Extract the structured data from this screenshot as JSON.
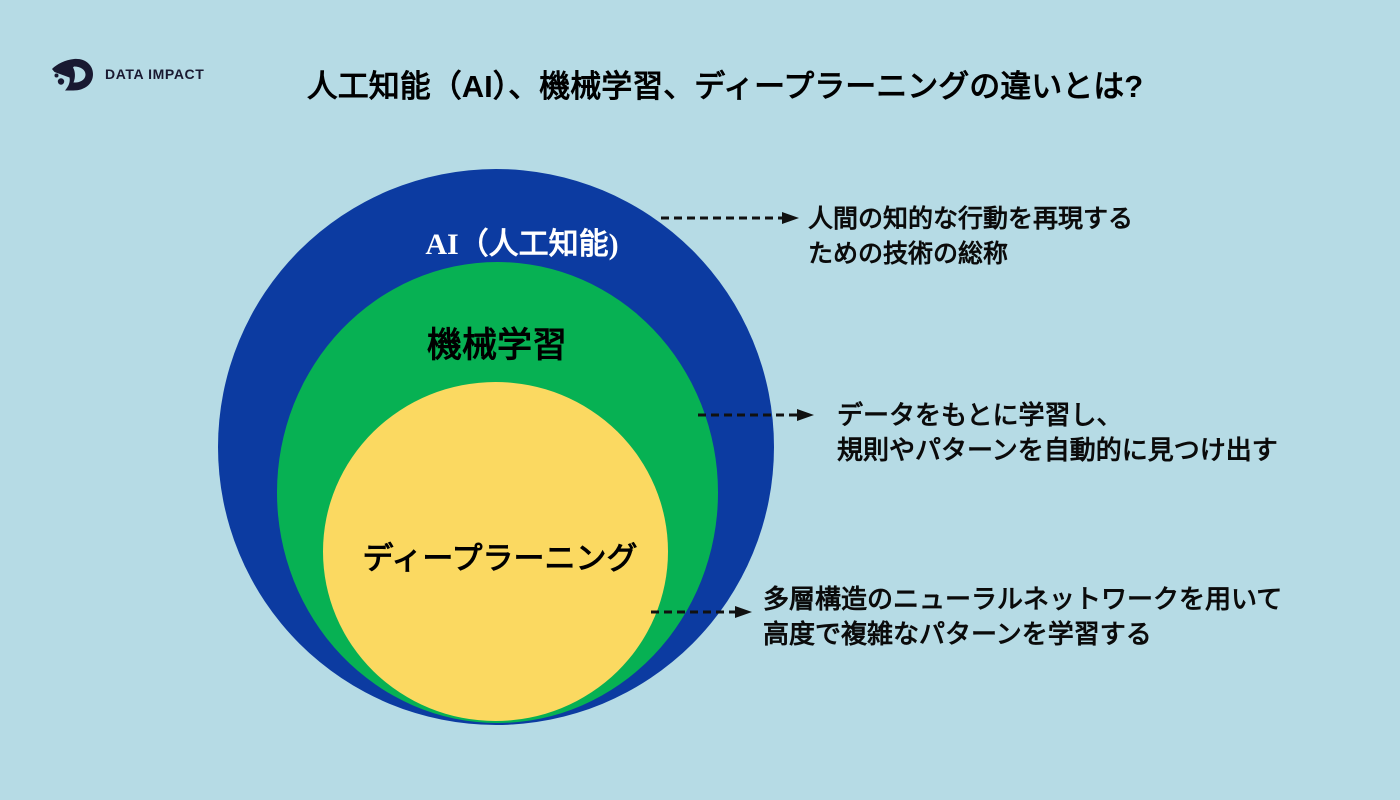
{
  "colors": {
    "background": "#B6DBE5",
    "logo": "#191931",
    "arrow": "#111111"
  },
  "brand": {
    "name": "DATA IMPACT"
  },
  "header": {
    "title": "人工知能（AI）、機械学習、ディープラーニングの違いとは?"
  },
  "diagram": {
    "circles": [
      {
        "id": "ai",
        "label": "AI（人工知能)",
        "fill": "#0C3BA1",
        "label_color": "#FFFFFF"
      },
      {
        "id": "ml",
        "label": "機械学習",
        "fill": "#07B153",
        "label_color": "#000000"
      },
      {
        "id": "dl",
        "label": "ディープラーニング",
        "fill": "#FBD961",
        "label_color": "#000000"
      }
    ],
    "annotations": [
      {
        "target": "ai",
        "lines": [
          "人間の知的な行動を再現する",
          "ための技術の総称"
        ]
      },
      {
        "target": "ml",
        "lines": [
          "データをもとに学習し、",
          "規則やパターンを自動的に見つけ出す"
        ]
      },
      {
        "target": "dl",
        "lines": [
          "多層構造のニューラルネットワークを用いて",
          "高度で複雑なパターンを学習する"
        ]
      }
    ]
  }
}
